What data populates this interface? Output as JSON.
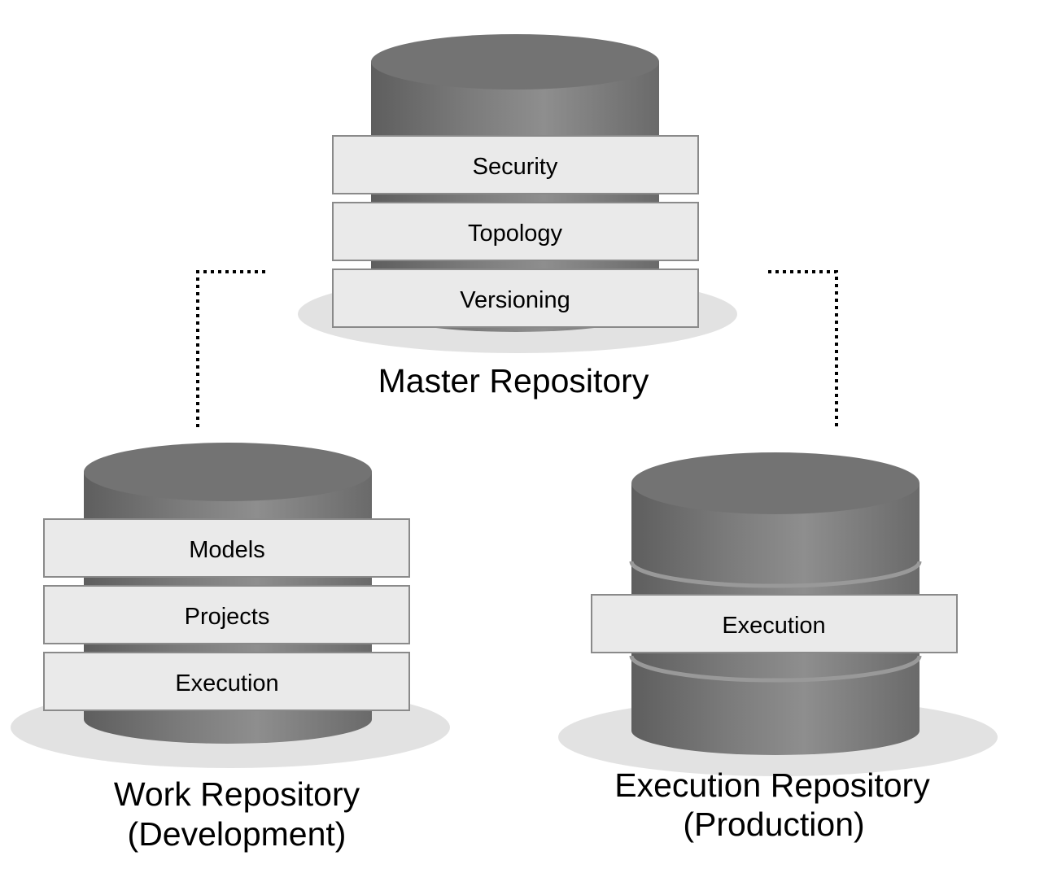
{
  "master": {
    "caption": "Master Repository",
    "layers": [
      "Security",
      "Topology",
      "Versioning"
    ]
  },
  "work": {
    "caption_line1": "Work Repository",
    "caption_line2": "(Development)",
    "layers": [
      "Models",
      "Projects",
      "Execution"
    ]
  },
  "execution_repo": {
    "caption_line1": "Execution Repository",
    "caption_line2": "(Production)",
    "layers": [
      "Execution"
    ]
  },
  "colors": {
    "cylinder": "#7a7a7a",
    "cylinder_top": "#727272",
    "layer_fill": "#eaeaea",
    "layer_stroke": "#8a8a8a",
    "shadow": "#e2e2e2",
    "connector": "#000000"
  }
}
